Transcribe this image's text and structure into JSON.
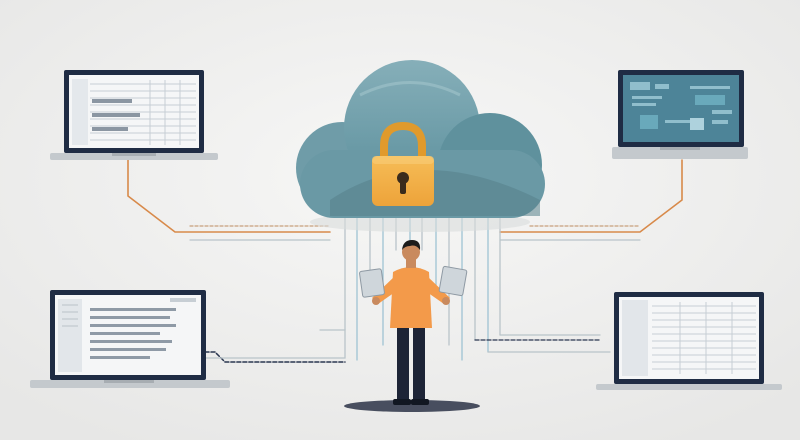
{
  "colors": {
    "background": "#eeeeed",
    "cloud_light": "#7fa9b4",
    "cloud_dark": "#4f8593",
    "lock_body": "#f2b045",
    "lock_shackle": "#e09a2c",
    "connector_orange": "#d88a4a",
    "connector_gray": "#b9c4c9",
    "connector_blue": "#9fc3d3",
    "device_frame": "#1f2c44",
    "screen_bg": "#f5f6f7",
    "dashboard_bg": "#4d8498",
    "person_shirt": "#f39a4a",
    "person_pants": "#1d2436",
    "person_skin": "#c98a5e",
    "hair": "#1b1b1b"
  },
  "icons": {
    "cloud": "cloud-icon",
    "lock": "padlock-icon",
    "person": "person-icon",
    "laptop": "laptop-icon",
    "monitor": "monitor-icon",
    "tablet": "tablet-icon"
  },
  "devices": [
    {
      "id": "top-left",
      "kind": "laptop",
      "screen": "spreadsheet"
    },
    {
      "id": "top-right",
      "kind": "laptop",
      "screen": "dashboard"
    },
    {
      "id": "bottom-left",
      "kind": "laptop",
      "screen": "document"
    },
    {
      "id": "bottom-right",
      "kind": "monitor",
      "screen": "table"
    }
  ]
}
